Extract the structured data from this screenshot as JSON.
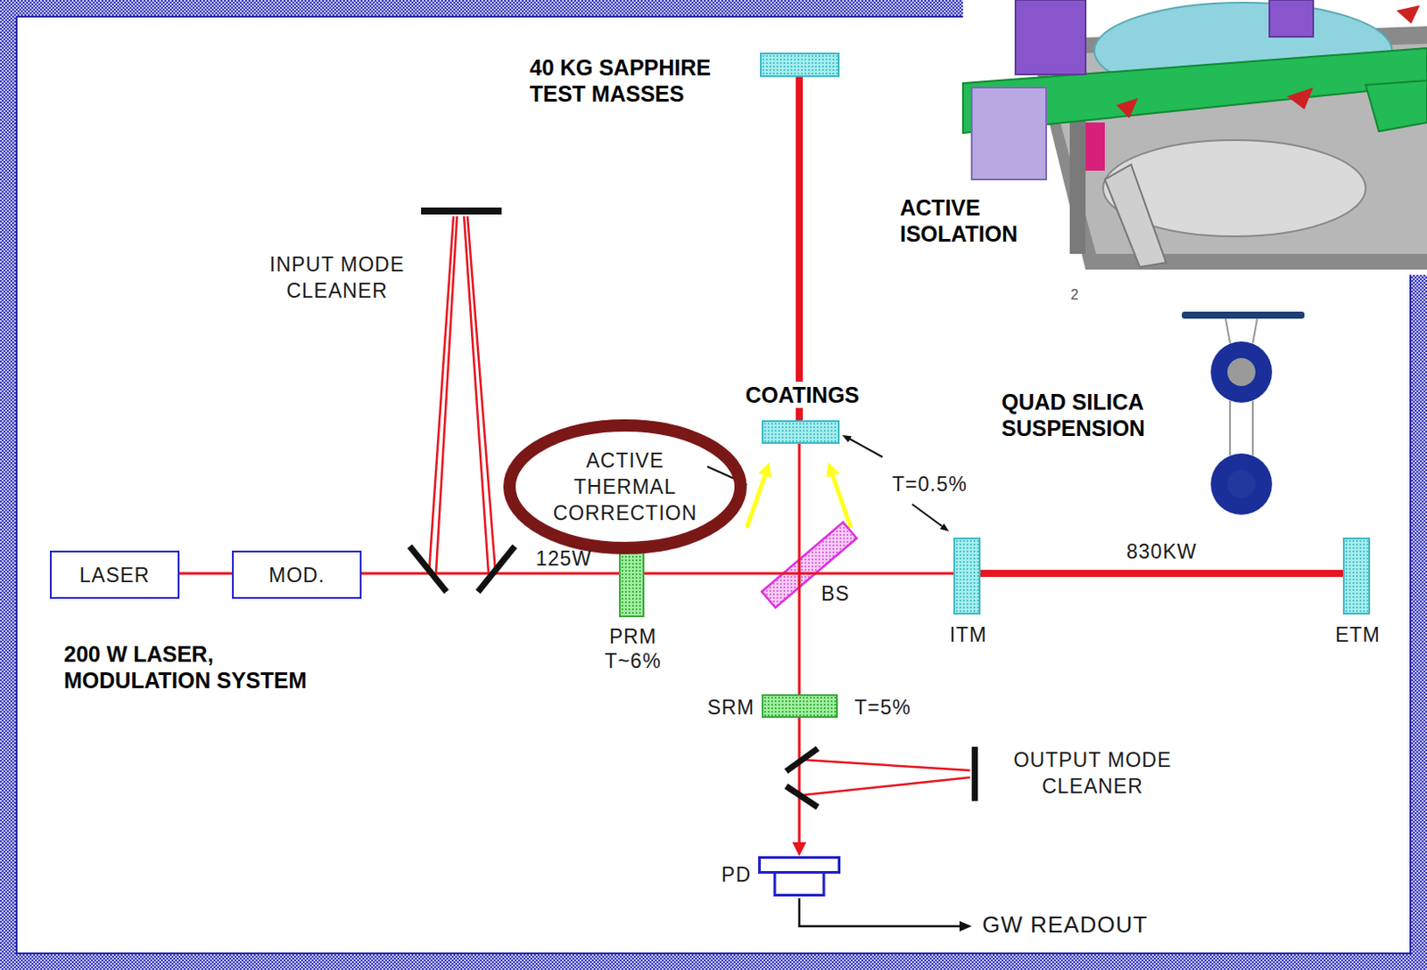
{
  "diagram": {
    "nodes": [
      {
        "text": [
          "LASER"
        ]
      },
      {
        "text": [
          "MOD."
        ]
      },
      {
        "text": [
          "INPUT MODE CLEANER"
        ]
      },
      {
        "text": [
          "PRM",
          "T~6%"
        ]
      },
      {
        "text": [
          "ACTIVE THERMAL CORRECTION"
        ]
      },
      {
        "text": [
          "40 KG SAPPHIRE TEST MASSES"
        ]
      },
      {
        "text": [
          "COATINGS"
        ]
      },
      {
        "text": [
          "BS"
        ]
      },
      {
        "text": [
          "ITM"
        ]
      },
      {
        "text": [
          "ETM"
        ]
      },
      {
        "text": [
          "SRM",
          "T=5%"
        ]
      },
      {
        "text": [
          "OUTPUT MODE CLEANER"
        ]
      },
      {
        "text": [
          "PD"
        ]
      }
    ],
    "edges": [
      {
        "from": 0,
        "to": 1,
        "arrow": "none"
      },
      {
        "from": 1,
        "to": 3,
        "arrow": "none"
      },
      {
        "from": 3,
        "to": 7,
        "arrow": "none"
      },
      {
        "from": 7,
        "to": 8,
        "arrow": "none"
      },
      {
        "from": 8,
        "to": 9,
        "label": "830KW",
        "arrow": "none"
      },
      {
        "from": 7,
        "to": 6,
        "arrow": "none"
      },
      {
        "from": 6,
        "to": 5,
        "arrow": "none"
      },
      {
        "from": 7,
        "to": 10,
        "arrow": "none"
      },
      {
        "from": 10,
        "to": 12,
        "arrow": "to"
      }
    ],
    "labels": [
      "125W",
      "T=0.5%",
      "200 W LASER, MODULATION SYSTEM",
      "ACTIVE ISOLATION",
      "QUAD SILICA SUSPENSION",
      "2",
      "GW READOUT"
    ]
  }
}
